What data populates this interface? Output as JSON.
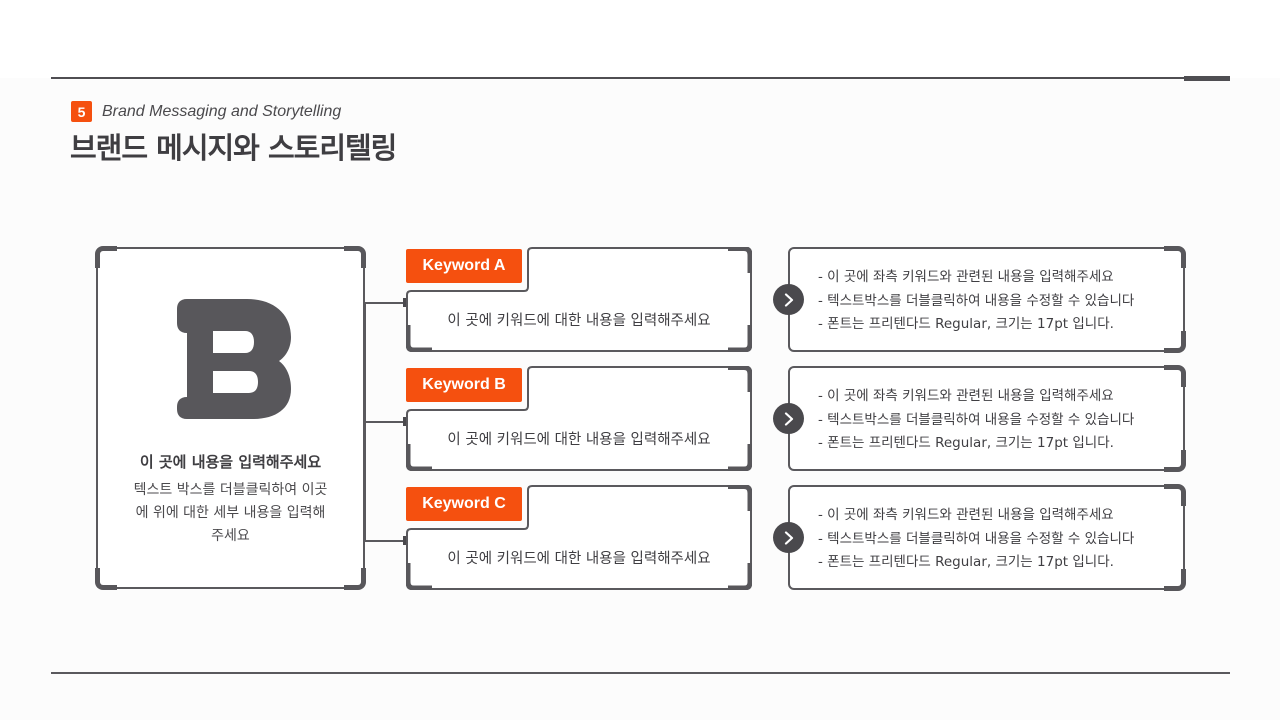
{
  "header": {
    "section_number": "5",
    "section_subtitle": "Brand Messaging and Storytelling",
    "title": "브랜드 메시지와 스토리텔링"
  },
  "colors": {
    "accent": "#f5500f",
    "dark": "#4a494d",
    "frame": "#5a595d",
    "background": "#fcfcfc"
  },
  "brand_card": {
    "logo_icon": "brand-b-logo",
    "heading": "이 곳에 내용을 입력해주세요",
    "body_lines": [
      "텍스트 박스를 더블클릭하여 이곳",
      "에 위에 대한 세부 내용을 입력해",
      "주세요"
    ]
  },
  "keywords": [
    {
      "label": "Keyword A",
      "text": "이 곳에 키워드에 대한 내용을 입력해주세요",
      "details": [
        "- 이 곳에 좌측 키워드와 관련된 내용을 입력해주세요",
        "- 텍스트박스를 더블클릭하여 내용을 수정할 수 있습니다",
        "- 폰트는 프리텐다드 Regular, 크기는 17pt  입니다."
      ]
    },
    {
      "label": "Keyword B",
      "text": "이 곳에 키워드에 대한 내용을 입력해주세요",
      "details": [
        "- 이 곳에 좌측 키워드와 관련된 내용을 입력해주세요",
        "- 텍스트박스를 더블클릭하여 내용을 수정할 수 있습니다",
        "- 폰트는 프리텐다드 Regular, 크기는 17pt  입니다."
      ]
    },
    {
      "label": "Keyword C",
      "text": "이 곳에 키워드에 대한 내용을 입력해주세요",
      "details": [
        "- 이 곳에 좌측 키워드와 관련된 내용을 입력해주세요",
        "- 텍스트박스를 더블클릭하여 내용을 수정할 수 있습니다",
        "- 폰트는 프리텐다드 Regular, 크기는 17pt  입니다."
      ]
    }
  ]
}
